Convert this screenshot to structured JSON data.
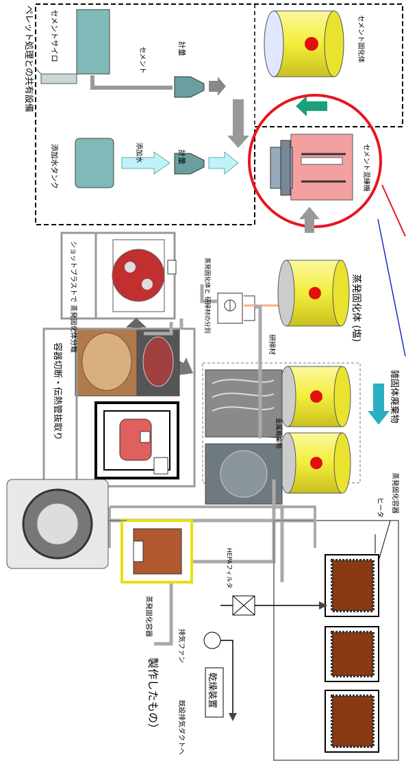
{
  "labels": {
    "shared_facility": "ペレット処理との共有設備",
    "cement_silo": "セメントサイロ",
    "cement": "セメント",
    "weighing_top": "計量",
    "additive_tank": "添加水タンク",
    "additive_water": "添加水",
    "weighing_mid": "計量",
    "cement_solid": "セメント固化体",
    "cement_mixer": "セメント混練機",
    "shot_blast": "ショットブラストで\n蒸発固化体分離",
    "separation": "蒸発固化体と\n研掃材の分別",
    "evap_solid": "蒸発固化体\n(塩)",
    "abrasive": "研掃材",
    "vessel_cut": "容器切断・伝熱管抜取り",
    "metal_waste": "金属廃棄物",
    "misc_waste": "雑固体廃棄物",
    "heater": "ヒータ",
    "evap_vessel_right": "蒸発固化容器",
    "evap_vessel_left": "蒸発固化容器",
    "hepa": "HEPAフィルタ",
    "exhaust_fan": "排気ファン",
    "existing_duct": "既設排気ダクトへ",
    "dryer": "乾燥装置",
    "fabricated": "製作したもの）"
  },
  "colors": {
    "drum_yellow": "#f2ee3a",
    "arrow_cyan": "#bff3f7",
    "arrow_gray": "#9a9a9a",
    "arrow_green": "#1aa07a",
    "highlight_red": "#e8141e",
    "vessel_brown": "#8a3a12"
  }
}
